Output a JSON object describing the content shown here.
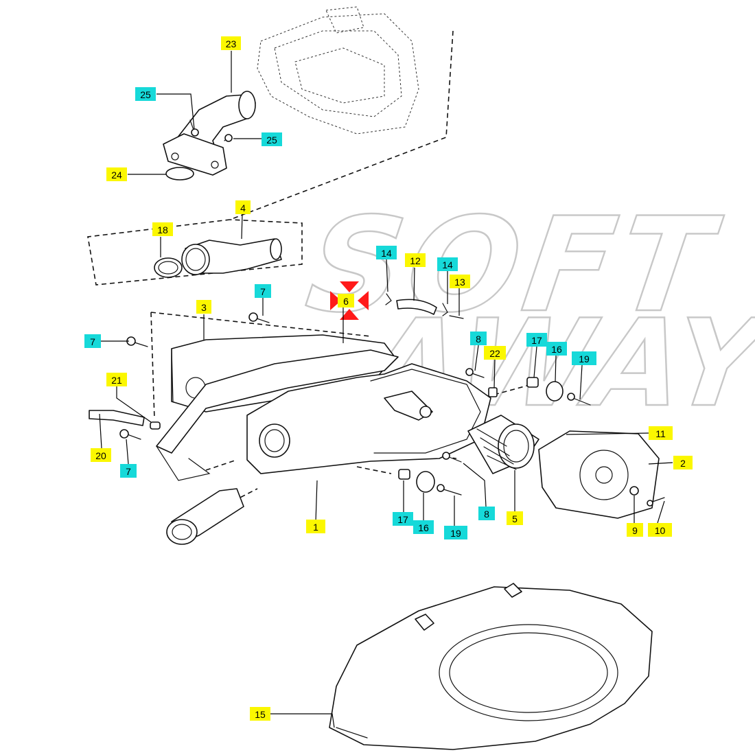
{
  "watermark": {
    "line1": "SOFT",
    "line2": "AWAY"
  },
  "colors": {
    "yellow_label": "#fbf700",
    "cyan_label": "#16d9d9",
    "highlight_marker": "#ff1a1a"
  },
  "callouts": [
    {
      "id": "c23",
      "text": "23",
      "color": "yellow"
    },
    {
      "id": "c25a",
      "text": "25",
      "color": "cyan"
    },
    {
      "id": "c25b",
      "text": "25",
      "color": "cyan"
    },
    {
      "id": "c24",
      "text": "24",
      "color": "yellow"
    },
    {
      "id": "c4",
      "text": "4",
      "color": "yellow"
    },
    {
      "id": "c18",
      "text": "18",
      "color": "yellow"
    },
    {
      "id": "c14a",
      "text": "14",
      "color": "cyan"
    },
    {
      "id": "c12",
      "text": "12",
      "color": "yellow"
    },
    {
      "id": "c14b",
      "text": "14",
      "color": "cyan"
    },
    {
      "id": "c13",
      "text": "13",
      "color": "yellow"
    },
    {
      "id": "c7a",
      "text": "7",
      "color": "cyan"
    },
    {
      "id": "c6",
      "text": "6",
      "color": "yellow"
    },
    {
      "id": "c3",
      "text": "3",
      "color": "yellow"
    },
    {
      "id": "c7b",
      "text": "7",
      "color": "cyan"
    },
    {
      "id": "c8a",
      "text": "8",
      "color": "cyan"
    },
    {
      "id": "c17a",
      "text": "17",
      "color": "cyan"
    },
    {
      "id": "c16a",
      "text": "16",
      "color": "cyan"
    },
    {
      "id": "c22",
      "text": "22",
      "color": "yellow"
    },
    {
      "id": "c19a",
      "text": "19",
      "color": "cyan"
    },
    {
      "id": "c21",
      "text": "21",
      "color": "yellow"
    },
    {
      "id": "c20",
      "text": "20",
      "color": "yellow"
    },
    {
      "id": "c7c",
      "text": "7",
      "color": "cyan"
    },
    {
      "id": "c11",
      "text": "11",
      "color": "yellow"
    },
    {
      "id": "c2",
      "text": "2",
      "color": "yellow"
    },
    {
      "id": "c1",
      "text": "1",
      "color": "yellow"
    },
    {
      "id": "c17b",
      "text": "17",
      "color": "cyan"
    },
    {
      "id": "c16b",
      "text": "16",
      "color": "cyan"
    },
    {
      "id": "c19b",
      "text": "19",
      "color": "cyan"
    },
    {
      "id": "c8b",
      "text": "8",
      "color": "cyan"
    },
    {
      "id": "c5",
      "text": "5",
      "color": "yellow"
    },
    {
      "id": "c9",
      "text": "9",
      "color": "yellow"
    },
    {
      "id": "c10",
      "text": "10",
      "color": "yellow"
    },
    {
      "id": "c15",
      "text": "15",
      "color": "yellow"
    }
  ]
}
